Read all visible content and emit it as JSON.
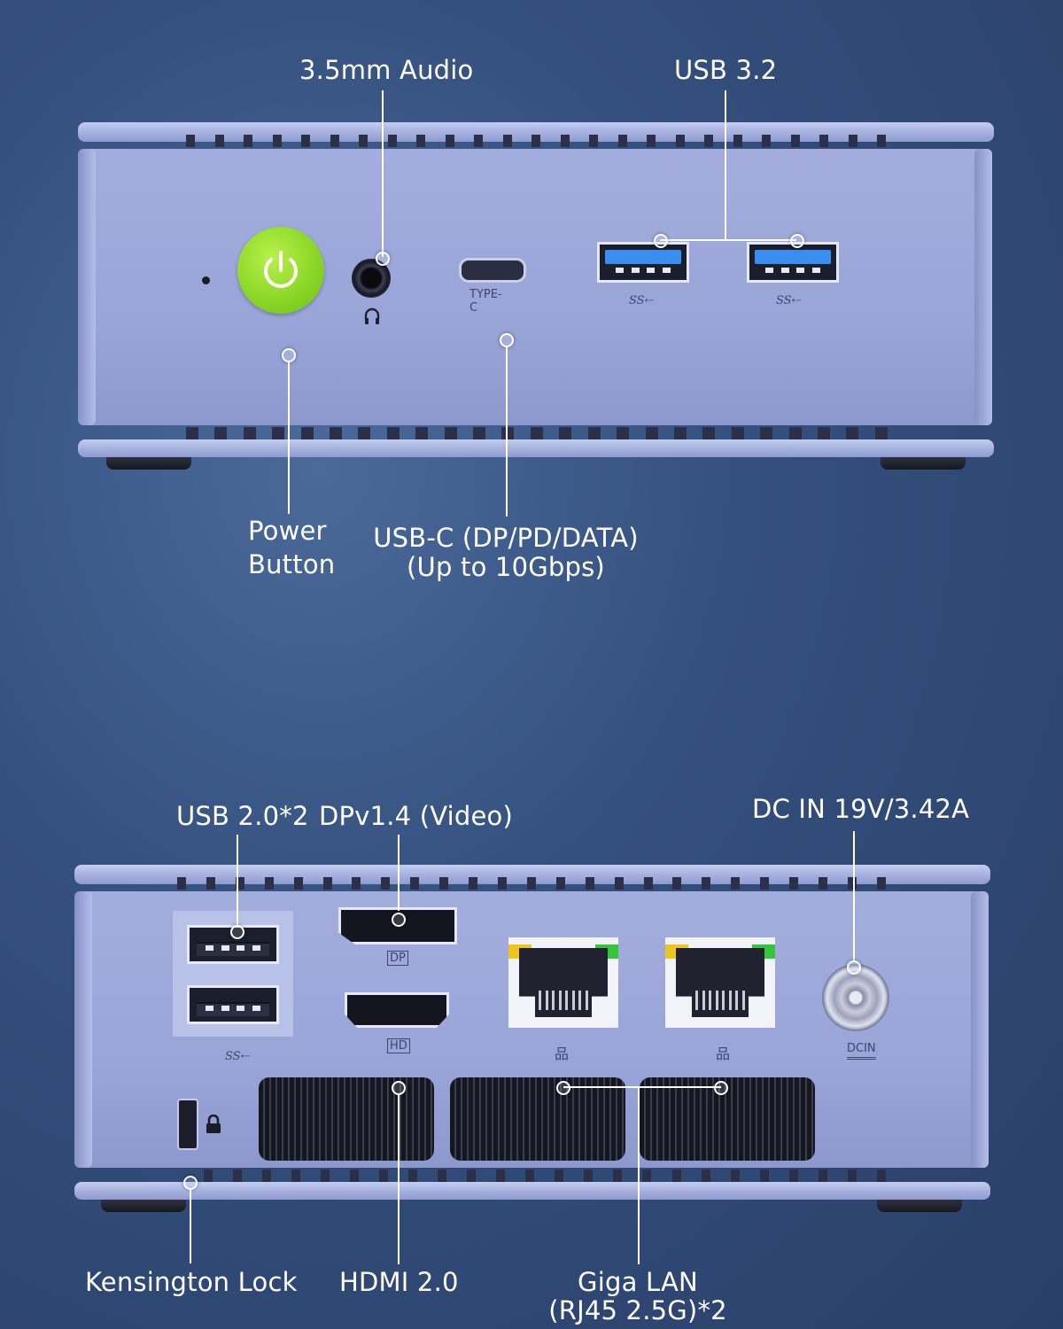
{
  "front_labels": {
    "audio": "3.5mm Audio",
    "usb32": "USB 3.2",
    "power_line1": "Power",
    "power_line2": "Button",
    "usbc_line1": "USB-C (DP/PD/DATA)",
    "usbc_line2": "(Up to 10Gbps)"
  },
  "front_port_text": {
    "typec": "TYPE-C",
    "ss_left": "SS⇠",
    "ss_right": "SS⇠"
  },
  "rear_labels": {
    "usb20": "USB 2.0*2",
    "dp": "DPv1.4 (Video)",
    "dcin": "DC IN 19V/3.42A",
    "kensington": "Kensington Lock",
    "hdmi": "HDMI 2.0",
    "lan_line1": "Giga LAN",
    "lan_line2": "(RJ45 2.5G)*2"
  },
  "rear_port_text": {
    "dp": "DP",
    "hd": "HD",
    "ss": "SS⇠",
    "dcin": "DCIN",
    "lan_icon_1": "品",
    "lan_icon_2": "品"
  },
  "colors": {
    "background": "#34507e",
    "chassis": "#9aa5d8",
    "power_button": "#8cd828",
    "usb3_tongue": "#3a8ef0",
    "lan_led_left": "#f0c41c",
    "lan_led_right": "#34c63a"
  }
}
